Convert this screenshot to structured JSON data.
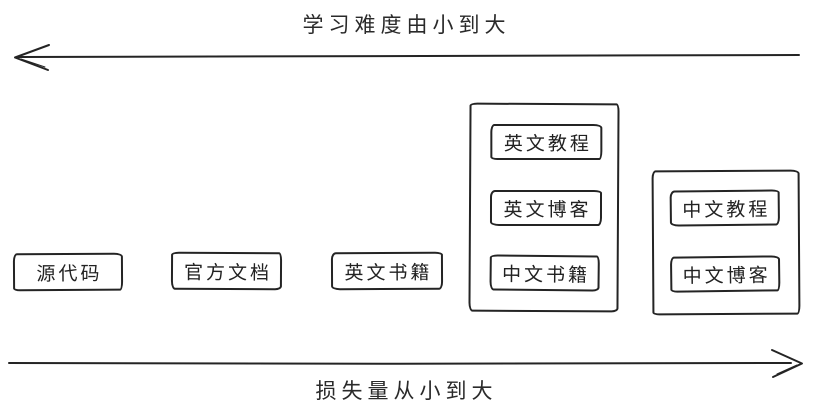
{
  "diagram": {
    "top_axis": {
      "label": "学习难度由小到大",
      "arrow_direction": "left"
    },
    "bottom_axis": {
      "label": "损失量从小到大",
      "arrow_direction": "right"
    },
    "boxes": [
      {
        "label": "源代码"
      },
      {
        "label": "官方文档"
      },
      {
        "label": "英文书籍"
      }
    ],
    "groups": [
      {
        "items": [
          {
            "label": "英文教程"
          },
          {
            "label": "英文博客"
          },
          {
            "label": "中文书籍"
          }
        ]
      },
      {
        "items": [
          {
            "label": "中文教程"
          },
          {
            "label": "中文博客"
          }
        ]
      }
    ],
    "colors": {
      "stroke": "#242424",
      "background": "#ffffff"
    }
  }
}
